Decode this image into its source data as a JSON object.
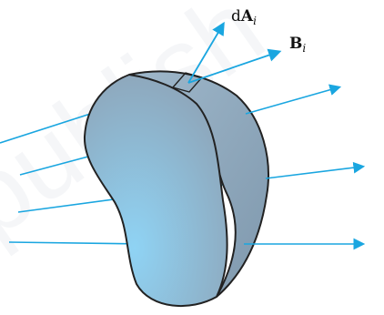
{
  "labels": {
    "dA": {
      "prefix": "d",
      "vector": "A",
      "subscript": "i"
    },
    "B": {
      "vector": "B",
      "subscript": "i"
    }
  },
  "watermark": {
    "text": "publish"
  },
  "colors": {
    "field_lines": "#1aa6e0",
    "surface_fill_light": "#87ccee",
    "surface_fill_dark": "#8fa4b6",
    "surface_outline": "#222222",
    "label_text": "#111111"
  }
}
